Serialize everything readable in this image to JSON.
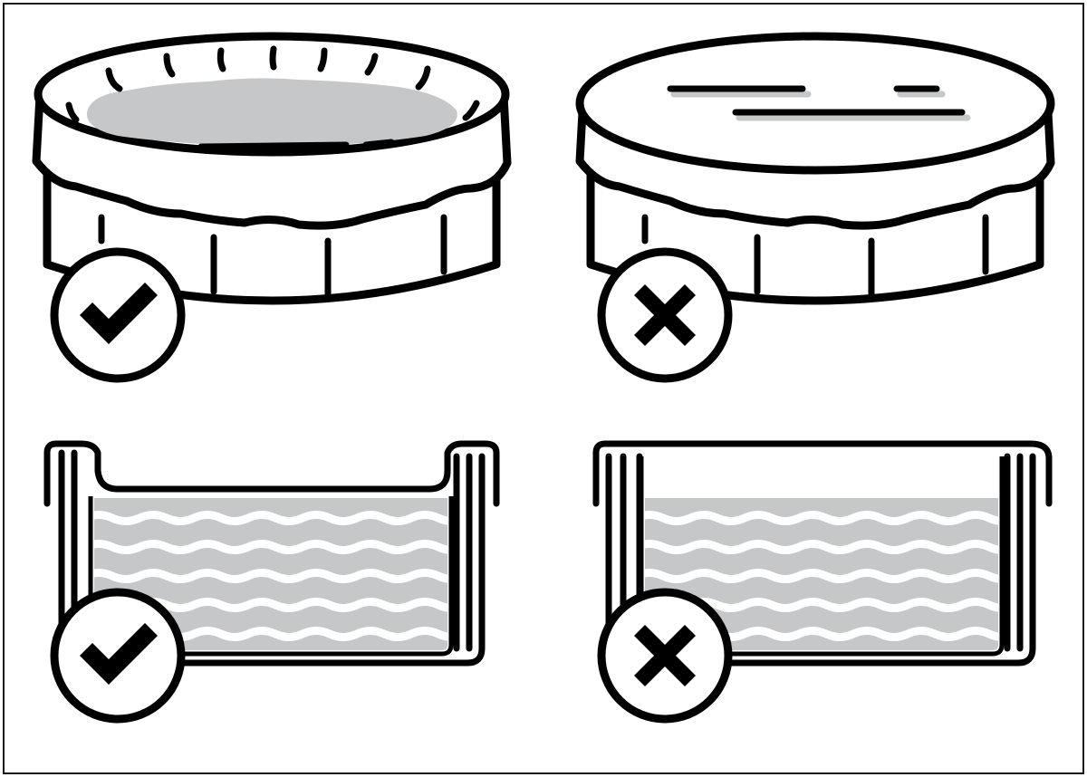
{
  "colors": {
    "ink": "#000000",
    "paper": "#ffffff",
    "water": "#c6c7c9",
    "border": "#1a1a1a"
  },
  "panels": [
    {
      "id": "cover-sagging-in-water",
      "verdict": "correct",
      "badge_icon": "checkmark-icon"
    },
    {
      "id": "cover-taut-above-water",
      "verdict": "incorrect",
      "badge_icon": "cross-icon"
    },
    {
      "id": "water-level-high-section",
      "verdict": "correct",
      "badge_icon": "checkmark-icon"
    },
    {
      "id": "water-level-low-section",
      "verdict": "incorrect",
      "badge_icon": "cross-icon"
    }
  ]
}
